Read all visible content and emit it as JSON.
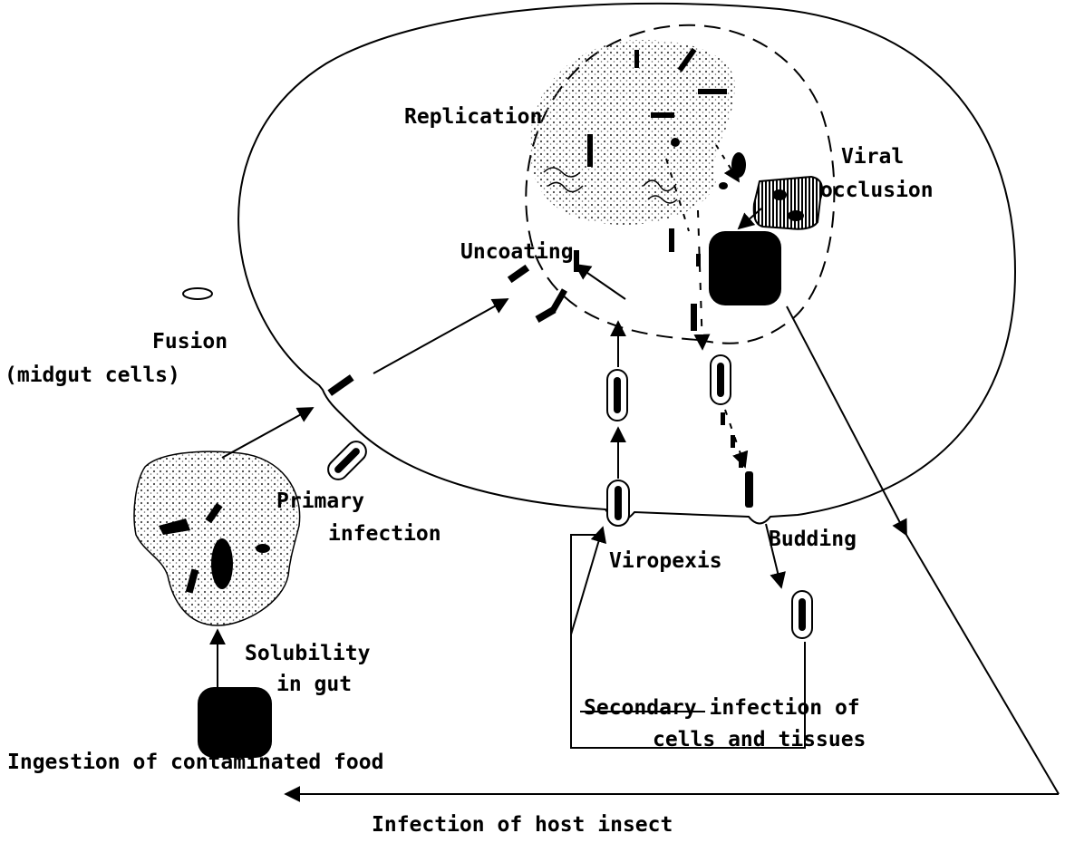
{
  "labels": {
    "replication": "Replication",
    "viral_occlusion_line1": "Viral",
    "viral_occlusion_line2": "occlusion",
    "uncoating": "Uncoating",
    "fusion_line1": "Fusion",
    "fusion_line2": "(midgut cells)",
    "primary_infection_line1": "Primary",
    "primary_infection_line2": "infection",
    "budding": "Budding",
    "viropexis": "Viropexis",
    "solubility_line1": "Solubility",
    "solubility_line2": "in gut",
    "secondary_line1": "Secondary infection of",
    "secondary_line2": "cells and tissues",
    "ingestion": "Ingestion of contaminated food",
    "infection_host": "Infection of host insect"
  },
  "colors": {
    "ink": "#000000",
    "paper": "#ffffff",
    "stipple": "#555555"
  }
}
